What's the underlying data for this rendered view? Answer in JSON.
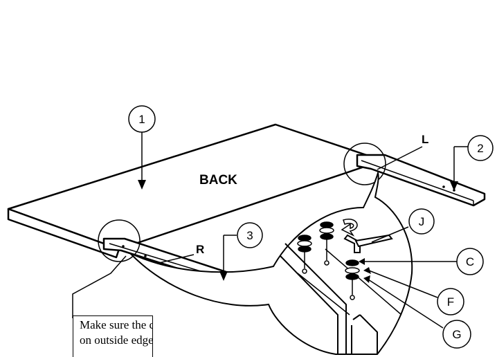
{
  "diagram": {
    "panel_label": "BACK",
    "side_labels": {
      "left_cleat": "L",
      "right_cleat": "R"
    },
    "callouts": [
      {
        "id": "1",
        "label": "1"
      },
      {
        "id": "2",
        "label": "2"
      },
      {
        "id": "3",
        "label": "3"
      }
    ],
    "hardware": [
      {
        "id": "J",
        "label": "J"
      },
      {
        "id": "C",
        "label": "C"
      },
      {
        "id": "F",
        "label": "F"
      },
      {
        "id": "G",
        "label": "G"
      }
    ],
    "note": {
      "line1": "Make sure the cleat is",
      "line2": "on outside edge"
    }
  }
}
